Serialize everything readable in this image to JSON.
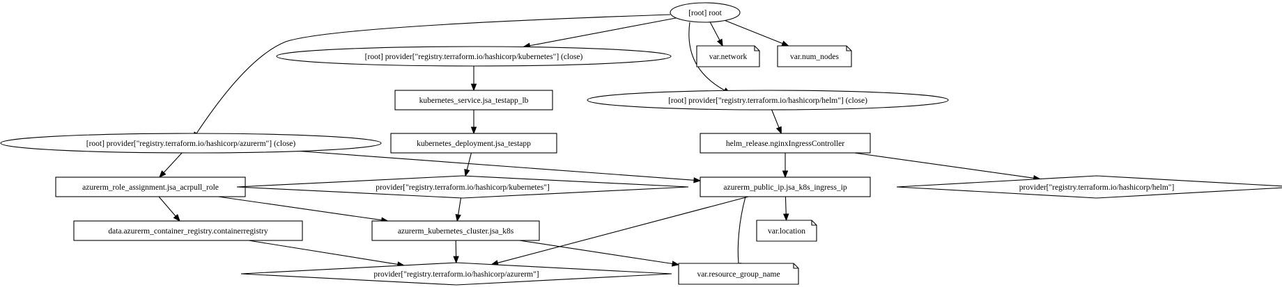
{
  "graph": {
    "nodes": [
      {
        "id": "root",
        "label": "[root] root",
        "shape": "ellipse"
      },
      {
        "id": "prov_k8s_close",
        "label": "[root] provider[\"registry.terraform.io/hashicorp/kubernetes\"] (close)",
        "shape": "ellipse"
      },
      {
        "id": "var_network",
        "label": "var.network",
        "shape": "note"
      },
      {
        "id": "var_num_nodes",
        "label": "var.num_nodes",
        "shape": "note"
      },
      {
        "id": "k8s_service",
        "label": "kubernetes_service.jsa_testapp_lb",
        "shape": "box"
      },
      {
        "id": "prov_helm_close",
        "label": "[root] provider[\"registry.terraform.io/hashicorp/helm\"] (close)",
        "shape": "ellipse"
      },
      {
        "id": "prov_azurerm_close",
        "label": "[root] provider[\"registry.terraform.io/hashicorp/azurerm\"] (close)",
        "shape": "ellipse"
      },
      {
        "id": "k8s_deployment",
        "label": "kubernetes_deployment.jsa_testapp",
        "shape": "box"
      },
      {
        "id": "helm_release",
        "label": "helm_release.nginxIngressController",
        "shape": "box"
      },
      {
        "id": "role_assignment",
        "label": "azurerm_role_assignment.jsa_acrpull_role",
        "shape": "box"
      },
      {
        "id": "prov_k8s",
        "label": "provider[\"registry.terraform.io/hashicorp/kubernetes\"]",
        "shape": "diamond"
      },
      {
        "id": "public_ip",
        "label": "azurerm_public_ip.jsa_k8s_ingress_ip",
        "shape": "box"
      },
      {
        "id": "prov_helm",
        "label": "provider[\"registry.terraform.io/hashicorp/helm\"]",
        "shape": "diamond"
      },
      {
        "id": "container_registry",
        "label": "data.azurerm_container_registry.containerregistry",
        "shape": "box"
      },
      {
        "id": "k8s_cluster",
        "label": "azurerm_kubernetes_cluster.jsa_k8s",
        "shape": "box"
      },
      {
        "id": "var_location",
        "label": "var.location",
        "shape": "note"
      },
      {
        "id": "prov_azurerm",
        "label": "provider[\"registry.terraform.io/hashicorp/azurerm\"]",
        "shape": "diamond"
      },
      {
        "id": "var_rg_name",
        "label": "var.resource_group_name",
        "shape": "note"
      }
    ],
    "edges": [
      {
        "from": "root",
        "to": "prov_azurerm_close"
      },
      {
        "from": "root",
        "to": "prov_k8s_close"
      },
      {
        "from": "root",
        "to": "var_network"
      },
      {
        "from": "root",
        "to": "var_num_nodes"
      },
      {
        "from": "root",
        "to": "prov_helm_close"
      },
      {
        "from": "prov_k8s_close",
        "to": "k8s_service"
      },
      {
        "from": "k8s_service",
        "to": "k8s_deployment"
      },
      {
        "from": "prov_helm_close",
        "to": "helm_release"
      },
      {
        "from": "prov_azurerm_close",
        "to": "role_assignment"
      },
      {
        "from": "prov_azurerm_close",
        "to": "public_ip"
      },
      {
        "from": "k8s_deployment",
        "to": "prov_k8s"
      },
      {
        "from": "helm_release",
        "to": "public_ip"
      },
      {
        "from": "helm_release",
        "to": "prov_helm"
      },
      {
        "from": "role_assignment",
        "to": "container_registry"
      },
      {
        "from": "role_assignment",
        "to": "k8s_cluster"
      },
      {
        "from": "prov_k8s",
        "to": "k8s_cluster"
      },
      {
        "from": "public_ip",
        "to": "var_location"
      },
      {
        "from": "public_ip",
        "to": "prov_azurerm"
      },
      {
        "from": "public_ip",
        "to": "var_rg_name"
      },
      {
        "from": "container_registry",
        "to": "prov_azurerm"
      },
      {
        "from": "k8s_cluster",
        "to": "prov_azurerm"
      },
      {
        "from": "k8s_cluster",
        "to": "var_rg_name"
      }
    ]
  }
}
